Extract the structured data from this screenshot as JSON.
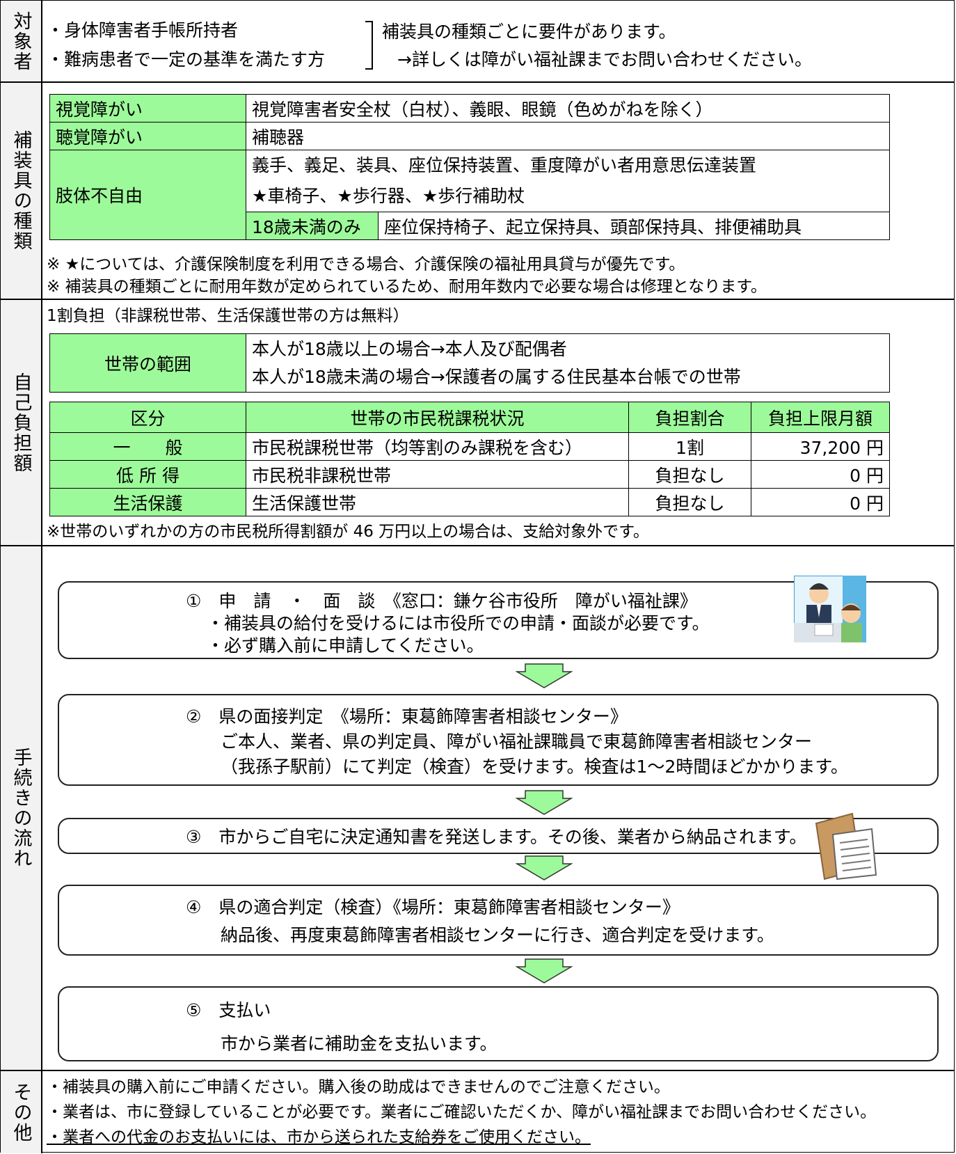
{
  "target": {
    "label": "対象者",
    "items": [
      "・身体障害者手帳所持者",
      "・難病患者で一定の基準を満たす方"
    ],
    "bracket_note": "補装具の種類ごとに要件があります。",
    "bracket_note2": "→詳しくは障がい福祉課までお問い合わせください。"
  },
  "devices": {
    "label": "補装具の種類",
    "rows": [
      {
        "category": "視覚障がい",
        "items": "視覚障害者安全杖（白杖）、義眼、眼鏡（色めがねを除く）"
      },
      {
        "category": "聴覚障がい",
        "items": "補聴器"
      },
      {
        "category": "肢体不自由",
        "items_line1": "義手、義足、装具、座位保持装置、重度障がい者用意思伝達装置",
        "items_line2": "★車椅子、★歩行器、★歩行補助杖",
        "sub_label": "18歳未満のみ",
        "sub_items": "座位保持椅子、起立保持具、頭部保持具、排便補助具"
      }
    ],
    "notes": [
      "※ ★については、介護保険制度を利用できる場合、介護保険の福祉用具貸与が優先です。",
      "※ 補装具の種類ごとに耐用年数が定められているため、耐用年数内で必要な場合は修理となります。"
    ]
  },
  "burden": {
    "label": "自己負担額",
    "intro": "1割負担（非課税世帯、生活保護世帯の方は無料）",
    "household_label": "世帯の範囲",
    "household_line1": "本人が18歳以上の場合→本人及び配偶者",
    "household_line2": "本人が18歳未満の場合→保護者の属する住民基本台帳での世帯",
    "table_headers": [
      "区分",
      "世帯の市民税課税状況",
      "負担割合",
      "負担上限月額"
    ],
    "table_rows": [
      [
        "一　　般",
        "市民税課税世帯（均等割のみ課税を含む）",
        "1割",
        "37,200 円"
      ],
      [
        "低 所 得",
        "市民税非課税世帯",
        "負担なし",
        "0 円"
      ],
      [
        "生活保護",
        "生活保護世帯",
        "負担なし",
        "0 円"
      ]
    ],
    "note": "※世帯のいずれかの方の市民税所得割額が 46 万円以上の場合は、支給対象外です。"
  },
  "procedure": {
    "label": "手続きの流れ",
    "steps": [
      {
        "title": "①　申　請　・　面　談　《窓口：鎌ケ谷市役所　障がい福祉課》",
        "line1": "・補装具の給付を受けるには市役所での申請・面談が必要です。",
        "line2": "・必ず購入前に申請してください。"
      },
      {
        "title": "②　県の面接判定　《場所：東葛飾障害者相談センター》",
        "line1": "ご本人、業者、県の判定員、障がい福祉課職員で東葛飾障害者相談センター",
        "line2": "（我孫子駅前）にて判定（検査）を受けます。検査は1～2時間ほどかかります。"
      },
      {
        "title": "③　市からご自宅に決定通知書を発送します。その後、業者から納品されます。"
      },
      {
        "title": "④　県の適合判定（検査）《場所：東葛飾障害者相談センター》",
        "line1": "納品後、再度東葛飾障害者相談センターに行き、適合判定を受けます。"
      },
      {
        "title": "⑤　支払い",
        "line1": "市から業者に補助金を支払います。"
      }
    ],
    "arrow_color": "#9dfa9a"
  },
  "other": {
    "label": "その他",
    "lines": [
      "・補装具の購入前にご申請ください。購入後の助成はできませんのでご注意ください。",
      "・業者は、市に登録していることが必要です。業者にご確認いただくか、障がい福祉課までお問い合わせください。",
      "・業者への代金のお支払いには、市から送られた支給券をご使用ください。"
    ]
  }
}
